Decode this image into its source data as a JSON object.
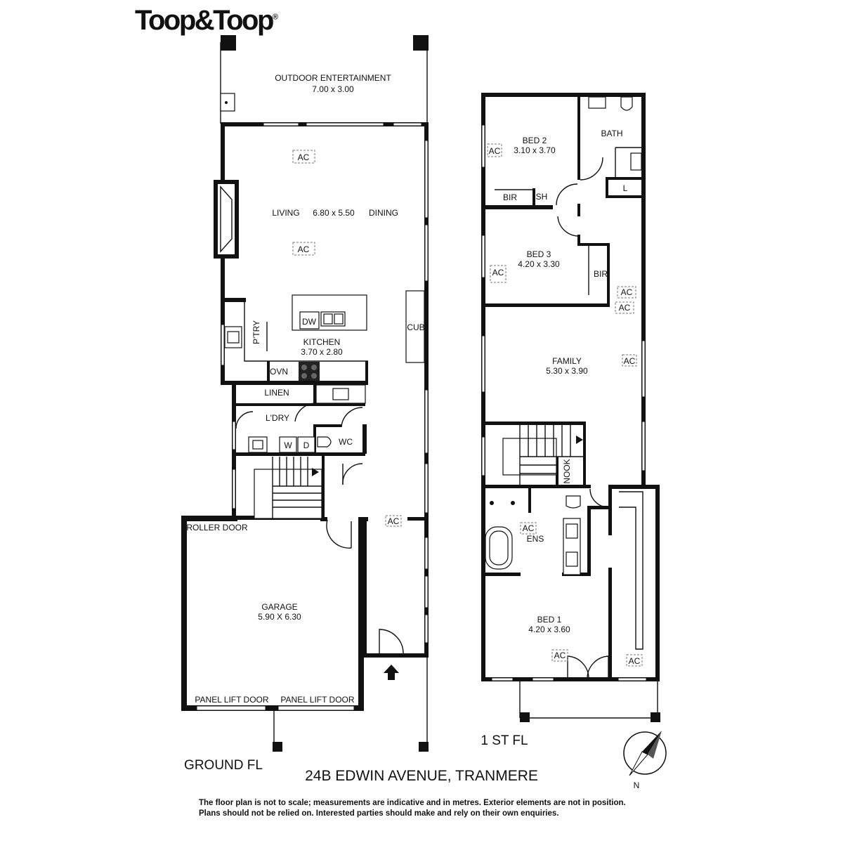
{
  "brand": {
    "logo": "Toop&Toop",
    "registered": "®"
  },
  "address": "24B EDWIN AVENUE, TRANMERE",
  "disclaimer_line1": "The floor plan is not to scale; measurements are indicative and in metres. Exterior elements are not in position.",
  "disclaimer_line2": "Plans should not be relied on. Interested parties should make and rely on their own enquiries.",
  "compass_label": "N",
  "ground_floor": {
    "title": "GROUND FL",
    "outdoor_name": "OUTDOOR ENTERTAINMENT",
    "outdoor_size": "7.00 x 3.00",
    "living": "LIVING",
    "living_size": "6.80 x 5.50",
    "dining": "DINING",
    "kitchen": "KITCHEN",
    "kitchen_size": "3.70 x 2.80",
    "pantry": "P'TRY",
    "dishwasher": "DW",
    "oven": "OVN",
    "cupboard": "CUB",
    "linen": "LINEN",
    "laundry": "L'DRY",
    "washer": "W",
    "dryer": "D",
    "wc": "WC",
    "garage": "GARAGE",
    "garage_size": "5.90 X 6.30",
    "roller_door": "ROLLER DOOR",
    "panel_door_1": "PANEL LIFT DOOR",
    "panel_door_2": "PANEL LIFT DOOR",
    "ac": "AC"
  },
  "first_floor": {
    "title": "1 ST FL",
    "bed2": "BED 2",
    "bed2_size": "3.10 x 3.70",
    "bath": "BATH",
    "linen_l": "L",
    "bir": "BIR",
    "shower": "SH",
    "bed3": "BED 3",
    "bed3_size": "4.20 x 3.30",
    "bir2": "BIR",
    "family": "FAMILY",
    "family_size": "5.30 x 3.90",
    "nook": "NOOK",
    "ens": "ENS",
    "bed1": "BED 1",
    "bed1_size": "4.20 x 3.60",
    "ac": "AC"
  }
}
